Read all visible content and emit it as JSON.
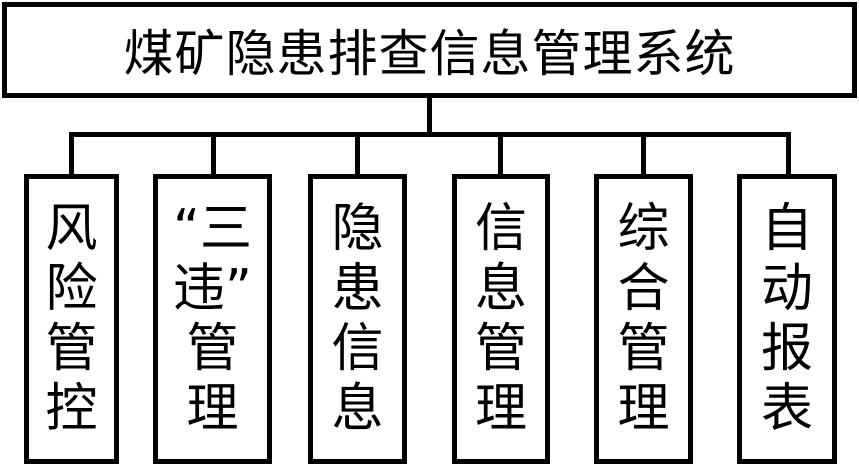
{
  "root": {
    "label": "煤矿隐患排查信息管理系统"
  },
  "children": [
    {
      "lines": [
        "风",
        "险",
        "管",
        "控"
      ]
    },
    {
      "lines": [
        "“三",
        "违”",
        "管",
        "理"
      ]
    },
    {
      "lines": [
        "隐",
        "患",
        "信",
        "息"
      ]
    },
    {
      "lines": [
        "信",
        "息",
        "管",
        "理"
      ]
    },
    {
      "lines": [
        "综",
        "合",
        "管",
        "理"
      ]
    },
    {
      "lines": [
        "自",
        "动",
        "报",
        "表"
      ]
    }
  ]
}
